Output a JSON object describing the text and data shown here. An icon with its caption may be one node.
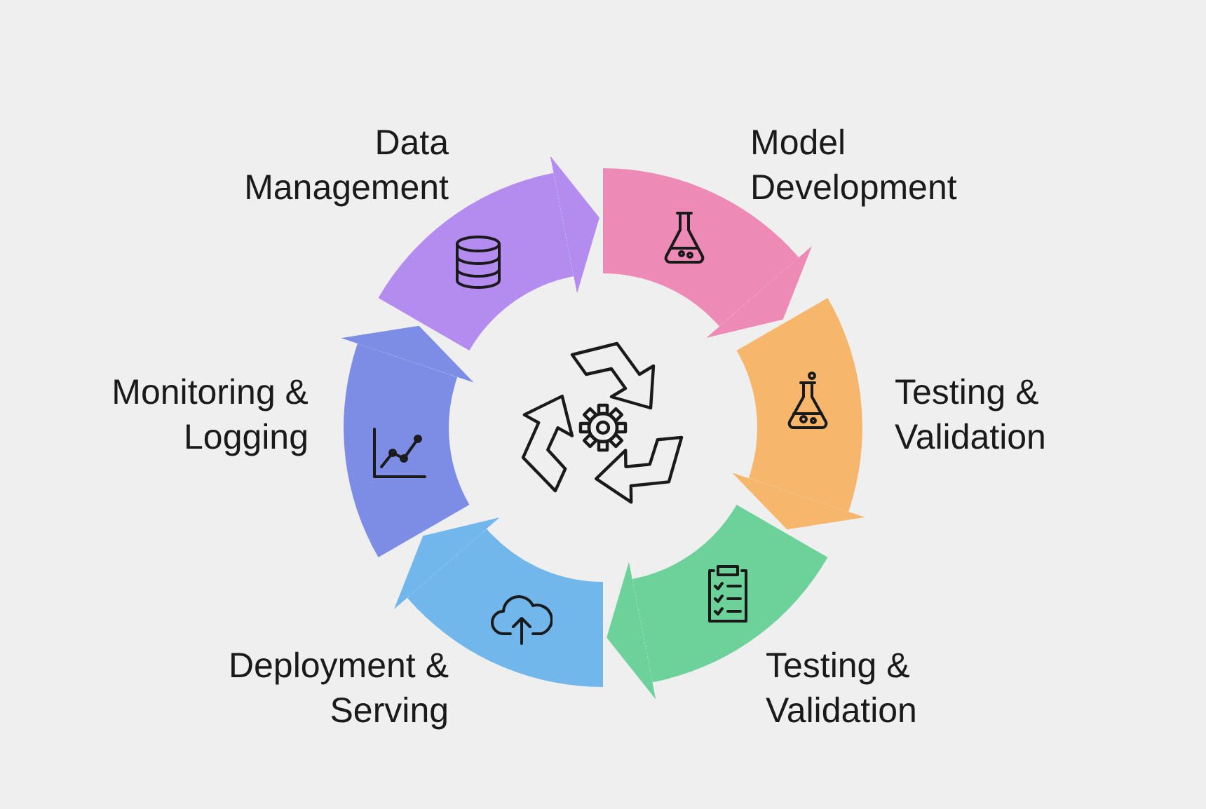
{
  "diagram": {
    "nodes": [
      {
        "text": [
          "Data Management"
        ]
      },
      {
        "text": [
          "Model Development"
        ]
      },
      {
        "text": [
          "Testing & Validation"
        ]
      },
      {
        "text": [
          "Testing & Validation"
        ]
      },
      {
        "text": [
          "Deployment & Serving"
        ]
      },
      {
        "text": [
          "Monitoring & Logging"
        ]
      }
    ],
    "edges": [
      {
        "from": 0,
        "to": 1,
        "arrow": "to",
        "color": "#b48bef"
      },
      {
        "from": 1,
        "to": 2,
        "arrow": "to",
        "color": "#ee8ab6"
      },
      {
        "from": 2,
        "to": 3,
        "arrow": "to",
        "color": "#f6b66c"
      },
      {
        "from": 3,
        "to": 4,
        "arrow": "to",
        "color": "#6dd29a"
      },
      {
        "from": 4,
        "to": 5,
        "arrow": "to",
        "color": "#71b7ec"
      },
      {
        "from": 5,
        "to": 0,
        "arrow": "to",
        "color": "#7d8de6"
      }
    ]
  }
}
